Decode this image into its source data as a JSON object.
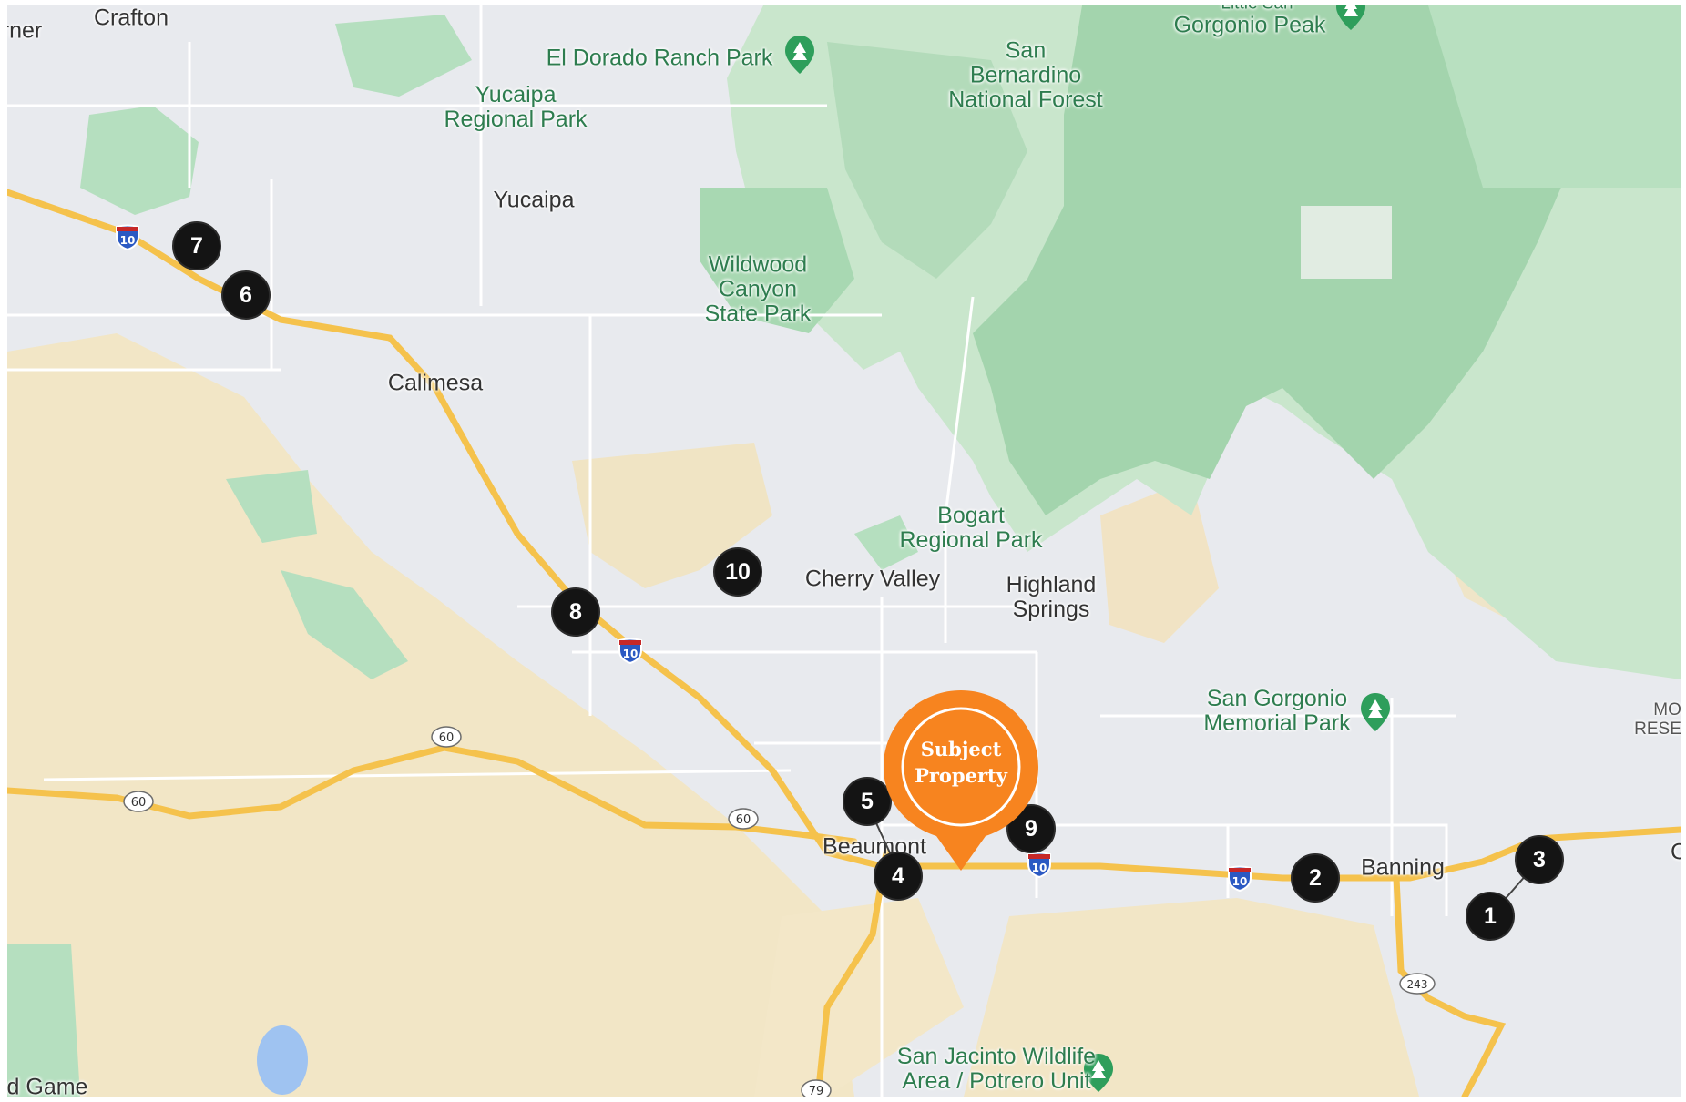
{
  "map": {
    "subject_property": {
      "label": "Subject Property",
      "color": "#f7841f"
    },
    "markers": [
      "1",
      "2",
      "3",
      "4",
      "5",
      "6",
      "7",
      "8",
      "9",
      "10"
    ],
    "places": {
      "crafton": "Crafton",
      "edge_left": "rner",
      "el_dorado": "El Dorado Ranch Park",
      "yucaipa_regional": "Yucaipa\nRegional Park",
      "yucaipa": "Yucaipa",
      "san_bernardino_nf": "San\nBernardino\nNational Forest",
      "gorgonio_peak": "Gorgonio Peak",
      "little_san": "Little San",
      "wildwood": "Wildwood\nCanyon\nState Park",
      "calimesa": "Calimesa",
      "bogart": "Bogart\nRegional Park",
      "cherry_valley": "Cherry Valley",
      "highland_springs": "Highland\nSprings",
      "san_gorgonio_memorial": "San Gorgonio\nMemorial Park",
      "morongo": "MO\nRESE",
      "beaumont": "Beaumont",
      "banning": "Banning",
      "san_jacinto": "San Jacinto Wildlife\nArea / Potrero Unit",
      "game": "d Game",
      "edge_right": "C"
    },
    "shields": {
      "i10": "10",
      "ca60": "60",
      "ca243": "243",
      "ca79": "79"
    },
    "colors": {
      "land": "#e8eaee",
      "desert": "#f2e6c6",
      "park": "#b5dfbf",
      "forest": "#a8d8b2",
      "highway": "#f5c24c",
      "marker": "#141414"
    }
  }
}
